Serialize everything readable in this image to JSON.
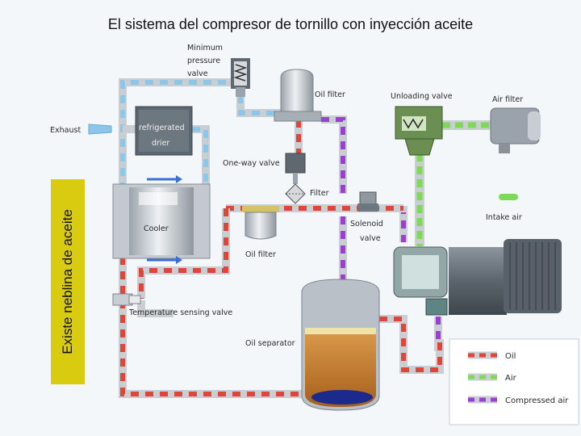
{
  "title": "El sistema del compresor de tornillo con inyección aceite",
  "side_note": "Existe neblina de aceite",
  "labels": {
    "min_pressure_1": "Minimum",
    "min_pressure_2": "pressure",
    "min_pressure_3": "valve",
    "oil_filter_top": "Oil filter",
    "unloading_valve": "Unloading valve",
    "air_filter": "Air filter",
    "exhaust": "Exhaust",
    "refrigerated_1": "refrigerated",
    "refrigerated_2": "drier",
    "one_way_valve": "One-way valve",
    "filter": "Filter",
    "cooler": "Cooler",
    "solenoid_1": "Solenoid",
    "solenoid_2": "valve",
    "intake_air": "Intake air",
    "oil_filter_bottom": "Oil filter",
    "temp_valve": "Temperature sensing valve",
    "oil_separator": "Oil separator"
  },
  "legend": {
    "oil": "Oil",
    "air": "Air",
    "compressed_air": "Compressed air"
  },
  "colors": {
    "oil": "#e0453a",
    "air": "#7ed957",
    "compressed_air": "#9b3fd0",
    "cooled_air": "#8cc6ea",
    "side_note_bg": "#d9cc10"
  }
}
